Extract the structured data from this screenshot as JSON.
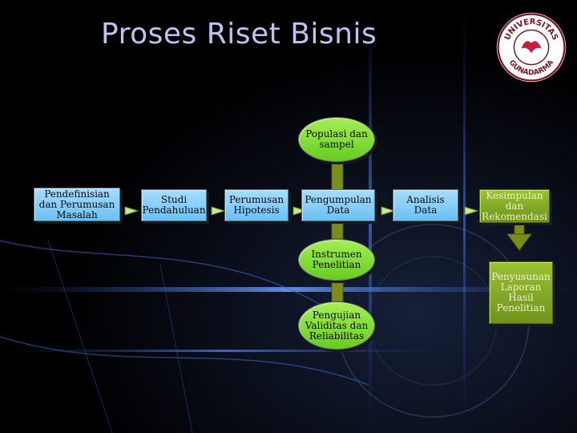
{
  "title": "Proses Riset Bisnis",
  "logo": {
    "top_text": "UNIVERSITAS",
    "bottom_text": "GUNADARMA",
    "colors": {
      "ring": "#ffffff",
      "border": "#7a1020",
      "emblem": "#c4203a",
      "text": "#7a1020"
    }
  },
  "nodes": {
    "pendefinisian": "Pendefinisian dan Perumusan Masalah",
    "studi": "Studi Pendahuluan",
    "hipotesis": "Perumusan Hipotesis",
    "pengumpulan": "Pengumpulan Data",
    "analisis": "Analisis Data",
    "kesimpulan": "Kesimpulan dan Rekomendasi",
    "populasi": "Populasi dan sampel",
    "instrumen": "Instrumen Penelitian",
    "pengujian": "Pengujian Validitas dan Reliabilitas",
    "penyusunan": "Penyusunan Laporan Hasil Penelitian"
  },
  "colors": {
    "blue": "#8fd0fa",
    "green": "#88dd33",
    "olive": "#84a828",
    "connector": "#7a8c1a",
    "arrow": "#c8e890"
  }
}
